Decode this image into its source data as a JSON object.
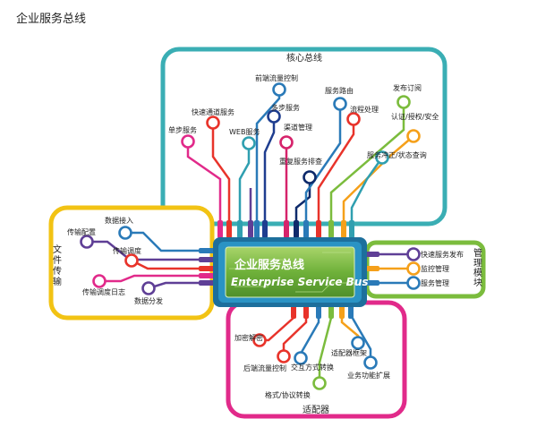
{
  "title": "企业服务总线",
  "colors": {
    "core": "#3aaeb4",
    "file": "#f2c314",
    "mgmt": "#7bbc3d",
    "adapter": "#e12a8a",
    "chip": "#1d7ea8",
    "chip_inner": "#7cc242"
  },
  "bus": {
    "title_cn": "企业服务总线",
    "title_en": "Enterprise Service Bus"
  },
  "panels": {
    "core": {
      "label": "核心总线",
      "items": [
        "单步服务",
        "快速通道服务",
        "WEB服务",
        "前端流量控制",
        "多步服务",
        "渠道管理",
        "重复服务排查",
        "服务路由",
        "流程处理",
        "发布订阅",
        "认证/授权/安全",
        "服务冲正/状态查询"
      ]
    },
    "file": {
      "label": "文件传输",
      "items": [
        "数据接入",
        "传输配置",
        "传输调度",
        "传输调度日志",
        "数据分发"
      ]
    },
    "mgmt": {
      "label": "管理模块",
      "items": [
        "快速服务发布",
        "监控管理",
        "服务管理"
      ]
    },
    "adapter": {
      "label": "适配器",
      "items": [
        "加密解密",
        "后端流量控制",
        "交互方式转换",
        "适配器框架",
        "业务功能扩展",
        "格式/协议转换"
      ]
    }
  }
}
